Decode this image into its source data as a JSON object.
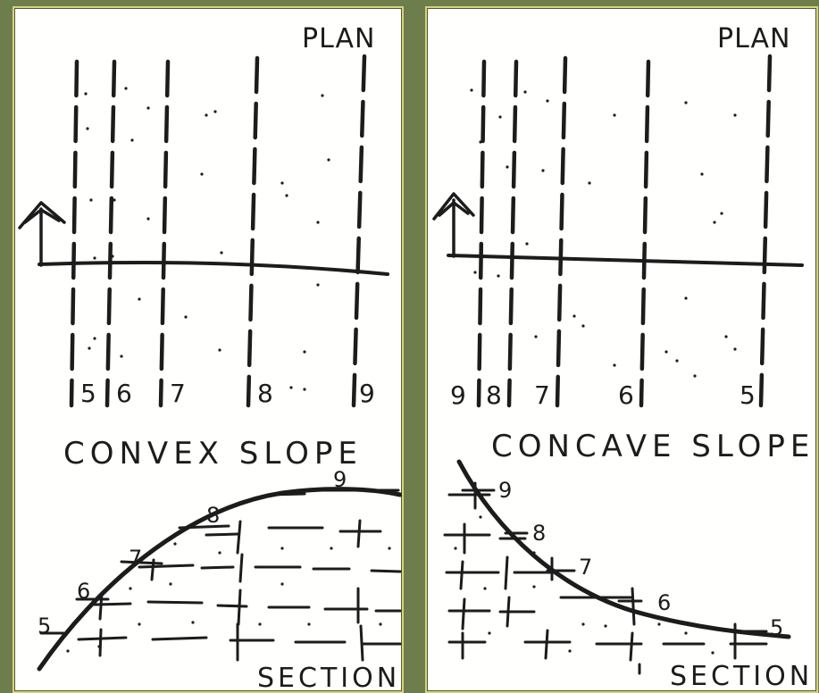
{
  "left_panel": {
    "plan_label": "PLAN",
    "title": "CONVEX SLOPE",
    "section_label": "SECTION",
    "plan_contours": [
      "5",
      "6",
      "7",
      "8",
      "9"
    ],
    "section_contours": [
      "5",
      "6",
      "7",
      "8",
      "9"
    ]
  },
  "right_panel": {
    "plan_label": "PLAN",
    "title": "CONCAVE SLOPE",
    "section_label": "SECTION",
    "plan_contours": [
      "9",
      "8",
      "7",
      "6",
      "5"
    ],
    "section_contours": [
      "9",
      "8",
      "7",
      "6",
      "5"
    ]
  },
  "colors": {
    "background": "#6d7d4c",
    "panel": "#fffffd",
    "panel_border": "#d8d27a",
    "ink": "#1c1c1c"
  }
}
